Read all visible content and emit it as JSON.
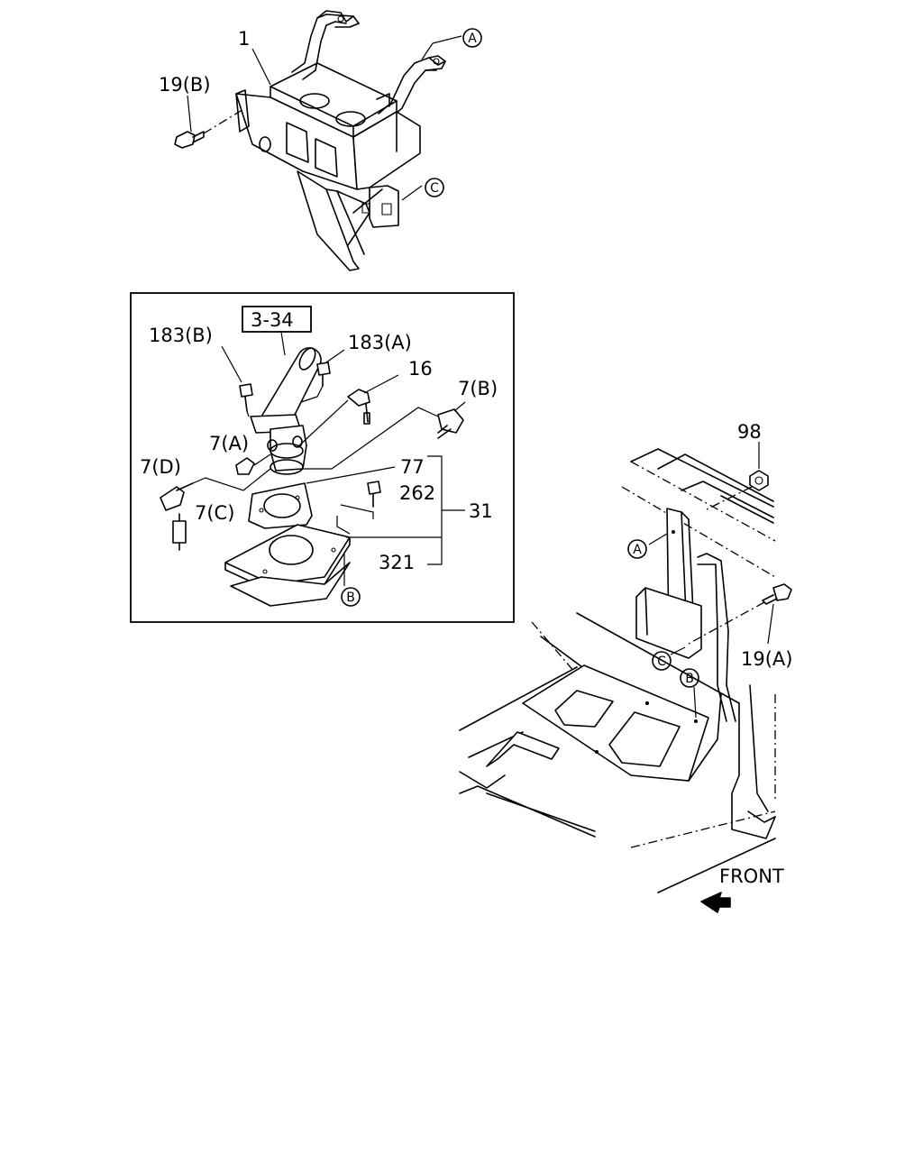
{
  "labels": {
    "p1": "1",
    "p19b": "19(B)",
    "p19a": "19(A)",
    "ref_box": "3-34",
    "p183b": "183(B)",
    "p183a": "183(A)",
    "p16": "16",
    "p7b": "7(B)",
    "p7a": "7(A)",
    "p7d": "7(D)",
    "p7c": "7(C)",
    "p77": "77",
    "p262": "262",
    "p31": "31",
    "p321": "321",
    "p98": "98",
    "front": "FRONT"
  },
  "circle_refs": {
    "a": "A",
    "b": "B",
    "c": "C"
  }
}
